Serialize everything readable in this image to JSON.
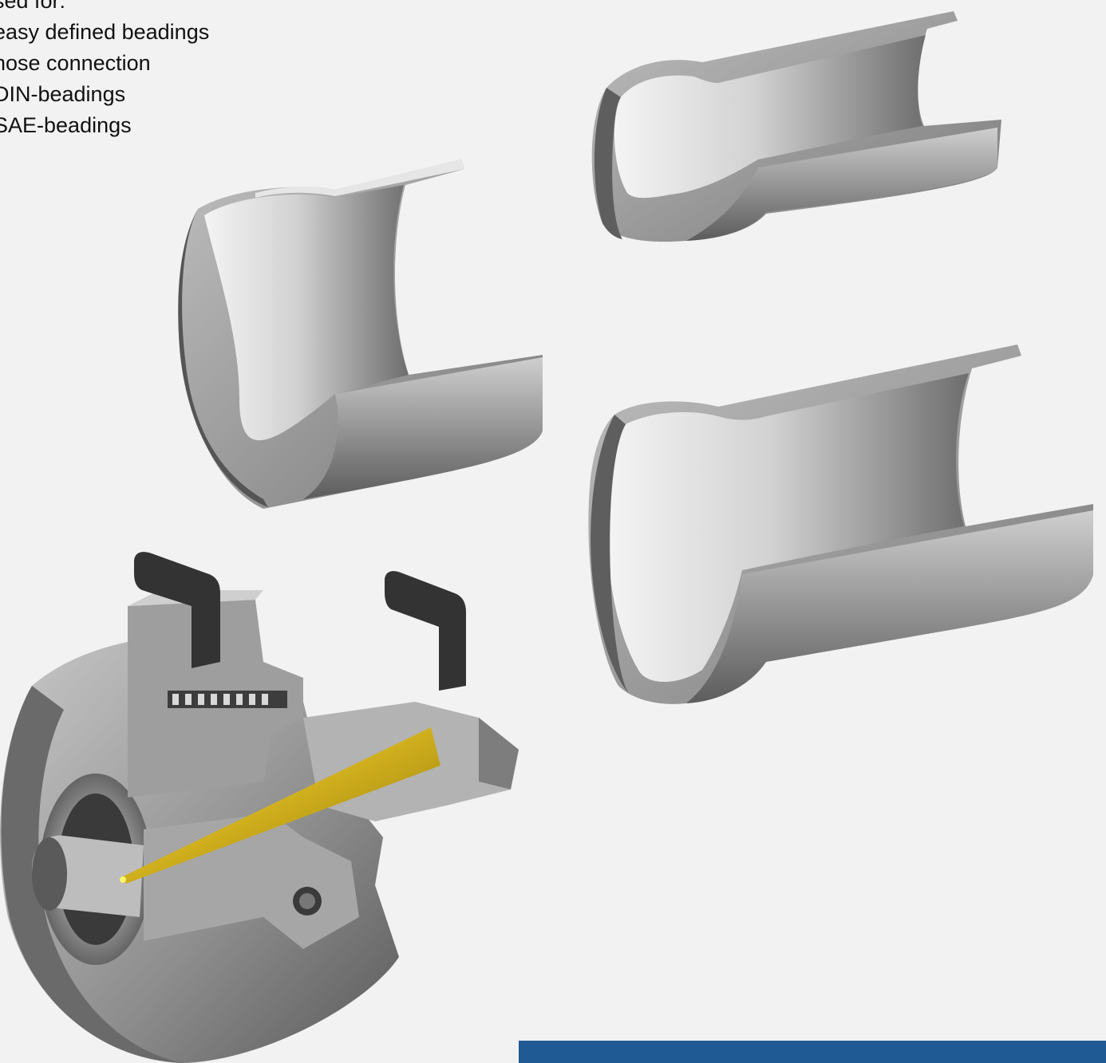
{
  "usage": {
    "heading": "sed for:",
    "items": [
      "easy defined beadings",
      "hose connection",
      "DIN-beadings",
      "SAE-beadings"
    ]
  },
  "colors": {
    "background": "#f2f2f2",
    "accent_bar": "#1f5a94",
    "metal": "#a8a8a8",
    "cone": "#d4b21a",
    "handle": "#333333"
  },
  "icons": [
    "wide-beaded-tube",
    "small-beaded-tube",
    "large-beaded-tube",
    "beading-tool-cutaway"
  ]
}
